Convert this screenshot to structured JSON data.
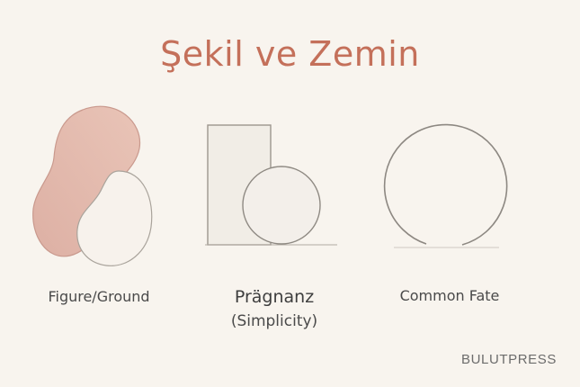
{
  "title": "Şekil ve Zemin",
  "panels": [
    {
      "label": "Figure/Ground",
      "icon": "figure-ground-shapes"
    },
    {
      "label": "Prägnanz",
      "sublabel": "(Simplicity)",
      "icon": "square-circle-shapes"
    },
    {
      "label": "Common Fate",
      "icon": "open-circle-shape"
    }
  ],
  "brand": "BULUTPRESS",
  "colors": {
    "accent": "#c4705a",
    "figure_fill": "#e3b3a5",
    "background": "#f8f4ee"
  }
}
